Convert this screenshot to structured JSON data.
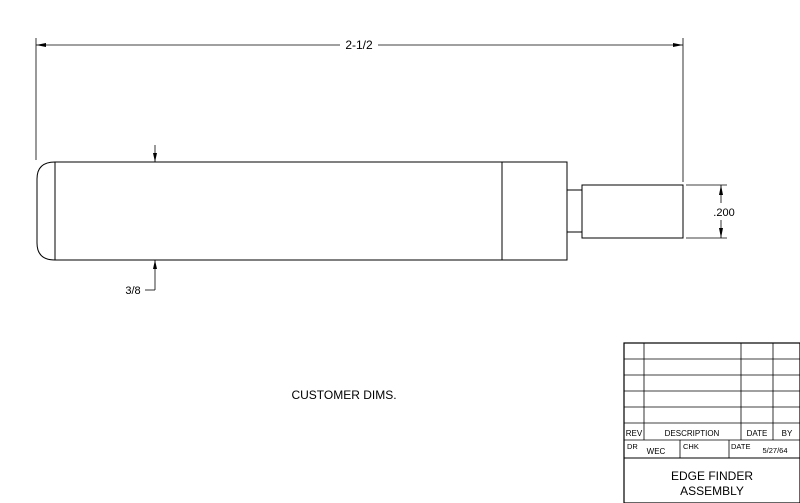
{
  "dimensions": {
    "overall_length": "2-1/2",
    "tip_diameter": ".200",
    "body_diameter": "3/8"
  },
  "note": "CUSTOMER DIMS.",
  "title_block": {
    "headers": {
      "rev": "REV",
      "description": "DESCRIPTION",
      "date": "DATE",
      "by": "BY"
    },
    "drawn_label": "DR",
    "drawn_by": "WEC",
    "check_label": "CHK",
    "date_label": "DATE",
    "date_value": "5/27/64",
    "title_line1": "EDGE FINDER",
    "title_line2": "ASSEMBLY"
  }
}
